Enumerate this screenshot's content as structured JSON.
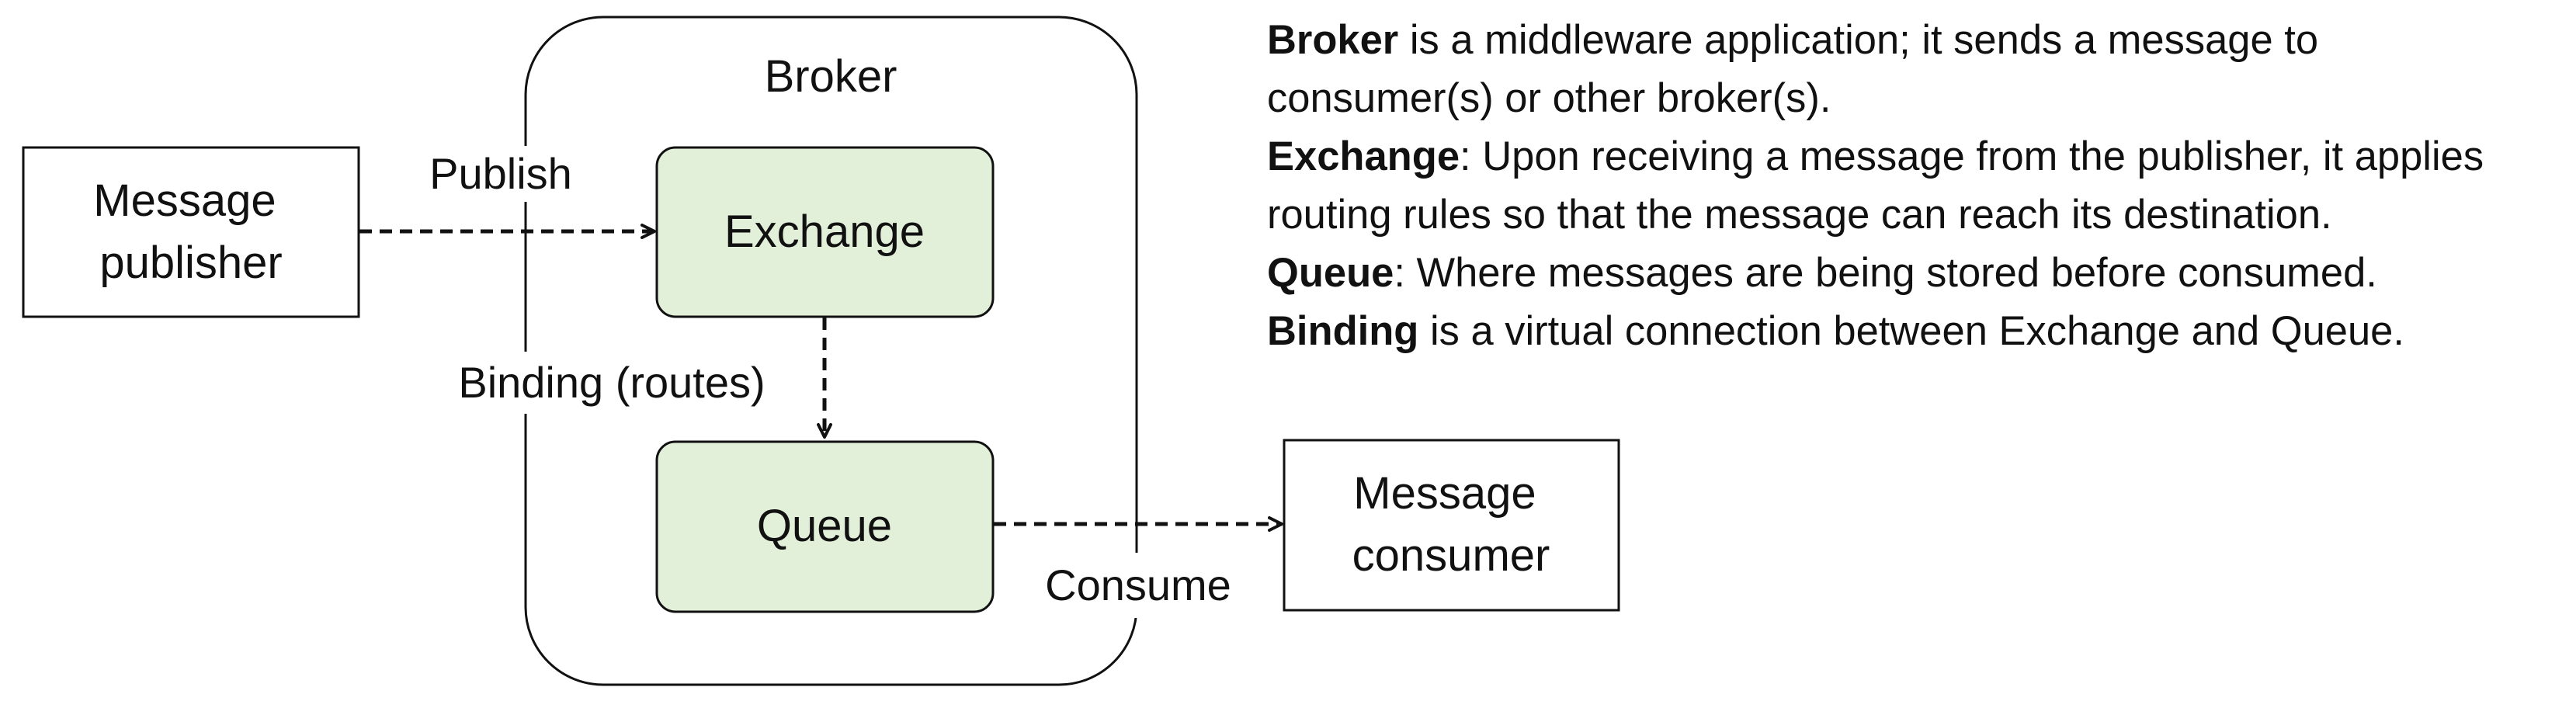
{
  "diagram": {
    "broker": {
      "label": "Broker"
    },
    "publisher": {
      "label_line1": "Message",
      "label_line2": "publisher"
    },
    "exchange": {
      "label": "Exchange",
      "fill": "#e2efd9"
    },
    "queue": {
      "label": "Queue",
      "fill": "#e2efd9"
    },
    "consumer": {
      "label_line1": "Message",
      "label_line2": "consumer"
    },
    "edges": {
      "publish": "Publish",
      "binding": "Binding (routes)",
      "consume": "Consume"
    }
  },
  "definitions": [
    {
      "term": "Broker",
      "text": " is a middleware application; it sends a message to"
    },
    {
      "term": "",
      "text": "consumer(s) or other broker(s)."
    },
    {
      "term": "Exchange",
      "text": ": Upon receiving a message from the publisher, it applies"
    },
    {
      "term": "",
      "text": "routing rules so that the message can reach its destination."
    },
    {
      "term": "Queue",
      "text": ": Where messages are being stored before consumed."
    },
    {
      "term": "Binding",
      "text": " is a virtual connection between Exchange and Queue."
    }
  ]
}
